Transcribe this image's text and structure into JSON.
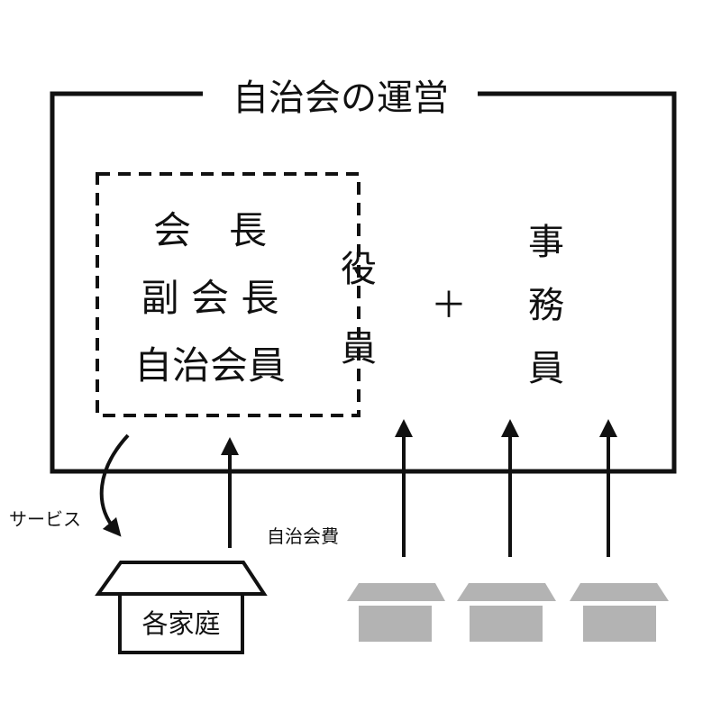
{
  "title": "自治会の運営",
  "officers": {
    "roles": [
      "会　長",
      "副 会 長",
      "自治会員"
    ],
    "group_label": [
      "役",
      "員"
    ]
  },
  "plus_sign": "＋",
  "staff_label": [
    "事",
    "務",
    "員"
  ],
  "service_label": "サービス",
  "fee_label": "自治会費",
  "household_label": "各家庭",
  "colors": {
    "line": "#111111",
    "house_gray": "#b3b3b3",
    "background": "#ffffff"
  }
}
